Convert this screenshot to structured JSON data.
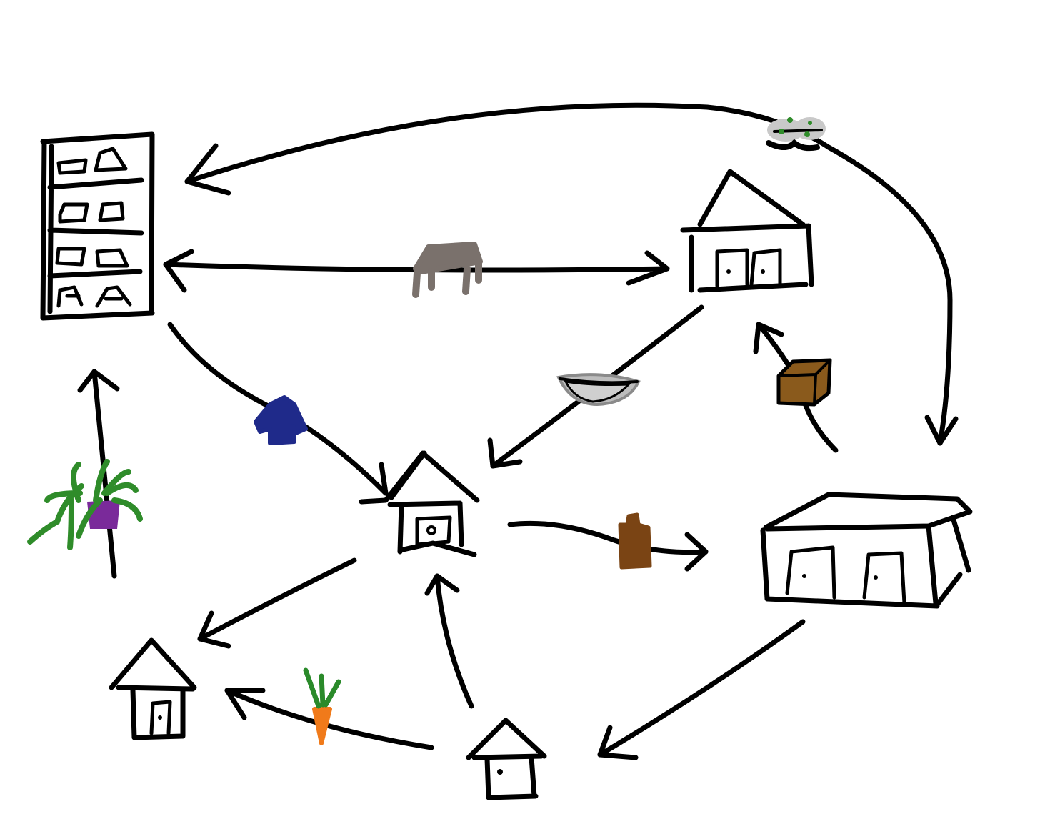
{
  "diagram": {
    "nodes": [
      {
        "id": "apartment-building",
        "kind": "apartment-building-icon"
      },
      {
        "id": "house-top-right",
        "kind": "house-icon"
      },
      {
        "id": "house-center",
        "kind": "house-icon"
      },
      {
        "id": "warehouse",
        "kind": "warehouse-icon"
      },
      {
        "id": "house-bottom-left",
        "kind": "house-icon"
      },
      {
        "id": "house-bottom-center",
        "kind": "house-icon"
      }
    ],
    "edges": [
      {
        "from": "apartment-building",
        "to": "house-top-right",
        "item": "table-icon",
        "direction": "both"
      },
      {
        "from": "warehouse",
        "to": "apartment-building",
        "item": "sunglasses-icon",
        "direction": "both"
      },
      {
        "from": "apartment-building",
        "to": "house-center",
        "item": "shirt-icon"
      },
      {
        "from": "house-top-right",
        "to": "house-center",
        "item": "bowl-icon"
      },
      {
        "from": "warehouse",
        "to": "house-top-right",
        "item": "box-icon"
      },
      {
        "from": "house-center",
        "to": "warehouse",
        "item": "bag-icon"
      },
      {
        "from": "house-center",
        "to": "house-bottom-left",
        "item": null
      },
      {
        "from": "house-bottom-center",
        "to": "house-center",
        "item": null
      },
      {
        "from": "house-bottom-center",
        "to": "house-bottom-left",
        "item": "carrot-icon"
      },
      {
        "from": "warehouse",
        "to": "house-bottom-center",
        "item": null
      },
      {
        "from": "outside",
        "to": "apartment-building",
        "item": "plant-icon"
      }
    ],
    "colors": {
      "ink": "#000000",
      "table": "#7a716c",
      "shirt": "#1f2a8a",
      "bowl": "#9a9a9a",
      "box": "#8a5a1c",
      "bag": "#7a4414",
      "plant_leaves": "#2f8c2a",
      "plant_pot": "#7a2a9a",
      "carrot": "#f07a1a",
      "carrot_leaves": "#2a8a2a",
      "sunglasses": "#bfbfbf"
    }
  }
}
